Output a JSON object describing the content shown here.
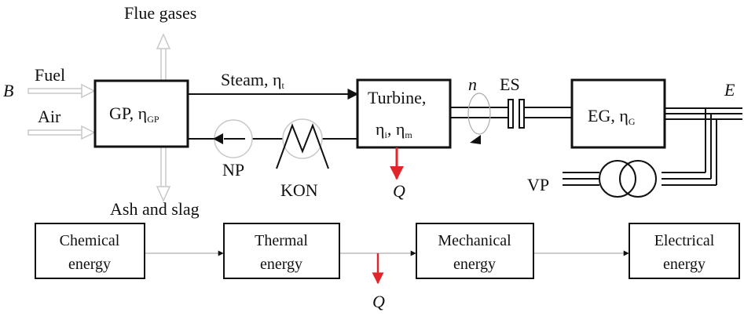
{
  "labels": {
    "flue_gases": "Flue gases",
    "b": "B",
    "fuel": "Fuel",
    "air": "Air",
    "gp": "GP, η",
    "gp_sub": "GP",
    "steam": "Steam, η",
    "steam_sub": "t",
    "turbine_line1": "Turbine,",
    "turbine_eta_i": "η",
    "turbine_eta_i_sub": "i",
    "turbine_comma": ", η",
    "turbine_eta_m_sub": "m",
    "n": "n",
    "es": "ES",
    "eg": "EG, η",
    "eg_sub": "G",
    "e": "E",
    "np": "NP",
    "kon": "KON",
    "q": "Q",
    "vp": "VP",
    "ash": "Ash and slag"
  },
  "energy_chain": [
    {
      "line1": "Chemical",
      "line2": "energy"
    },
    {
      "line1": "Thermal",
      "line2": "energy"
    },
    {
      "line1": "Mechanical",
      "line2": "energy"
    },
    {
      "line1": "Electrical",
      "line2": "energy"
    }
  ],
  "energy_q": "Q",
  "colors": {
    "loss_arrow": "#e0262a",
    "hollow_arrow": "#c8c8c8",
    "line": "#111111"
  }
}
